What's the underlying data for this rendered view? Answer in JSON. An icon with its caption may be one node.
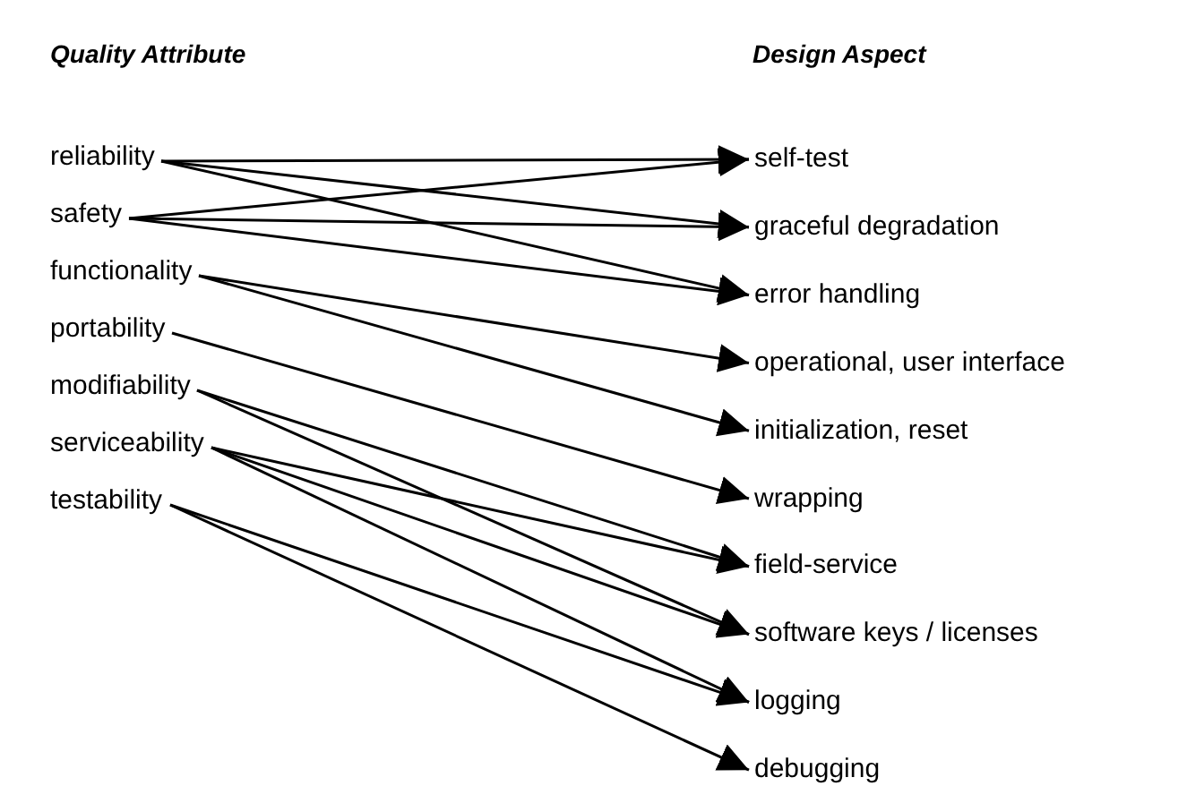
{
  "diagram": {
    "nodes": [
      {
        "text": [
          "reliability"
        ]
      },
      {
        "text": [
          "safety"
        ]
      },
      {
        "text": [
          "functionality"
        ]
      },
      {
        "text": [
          "portability"
        ]
      },
      {
        "text": [
          "modifiability"
        ]
      },
      {
        "text": [
          "serviceability"
        ]
      },
      {
        "text": [
          "testability"
        ]
      },
      {
        "text": [
          "self-test"
        ]
      },
      {
        "text": [
          "graceful degradation"
        ]
      },
      {
        "text": [
          "error handling"
        ]
      },
      {
        "text": [
          "operational, user interface"
        ]
      },
      {
        "text": [
          "initialization, reset"
        ]
      },
      {
        "text": [
          "wrapping"
        ]
      },
      {
        "text": [
          "field-service"
        ]
      },
      {
        "text": [
          "software keys / licenses"
        ]
      },
      {
        "text": [
          "logging"
        ]
      },
      {
        "text": [
          "debugging"
        ]
      }
    ],
    "edges": [
      {
        "from": 0,
        "to": 7,
        "arrow": "to"
      },
      {
        "from": 0,
        "to": 8,
        "arrow": "to"
      },
      {
        "from": 0,
        "to": 9,
        "arrow": "to"
      },
      {
        "from": 1,
        "to": 7,
        "arrow": "to"
      },
      {
        "from": 1,
        "to": 8,
        "arrow": "to"
      },
      {
        "from": 1,
        "to": 9,
        "arrow": "to"
      },
      {
        "from": 2,
        "to": 10,
        "arrow": "to"
      },
      {
        "from": 2,
        "to": 11,
        "arrow": "to"
      },
      {
        "from": 3,
        "to": 12,
        "arrow": "to"
      },
      {
        "from": 4,
        "to": 13,
        "arrow": "to"
      },
      {
        "from": 4,
        "to": 14,
        "arrow": "to"
      },
      {
        "from": 5,
        "to": 13,
        "arrow": "to"
      },
      {
        "from": 5,
        "to": 14,
        "arrow": "to"
      },
      {
        "from": 5,
        "to": 15,
        "arrow": "to"
      },
      {
        "from": 6,
        "to": 15,
        "arrow": "to"
      },
      {
        "from": 6,
        "to": 16,
        "arrow": "to"
      }
    ],
    "labels": [
      "Quality Attribute",
      "Design Aspect"
    ]
  }
}
